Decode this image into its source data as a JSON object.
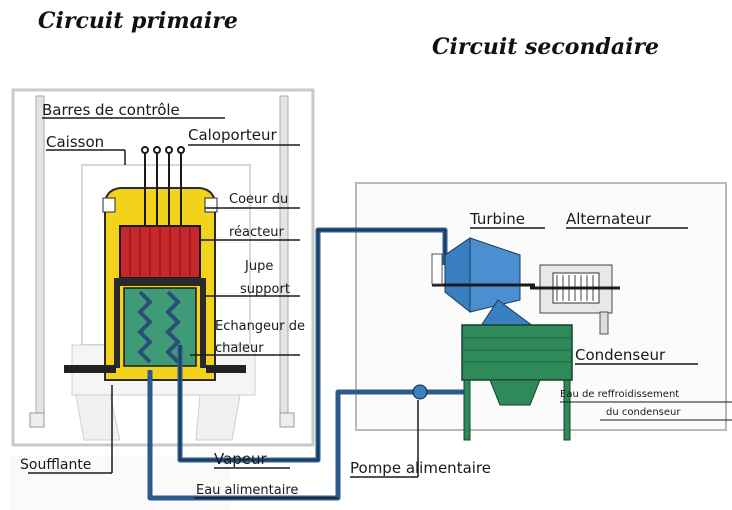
{
  "titles": {
    "primary": "Circuit primaire",
    "secondary": "Circuit secondaire"
  },
  "labels": {
    "barres": "Barres de contrôle",
    "caisson": "Caisson",
    "caloporteur": "Caloporteur",
    "coeur_1": "Coeur du",
    "coeur_2": "réacteur",
    "jupe_1": "Jupe",
    "jupe_2": "support",
    "echangeur_1": "Echangeur de",
    "echangeur_2": "chaleur",
    "turbine": "Turbine",
    "alternateur": "Alternateur",
    "condenseur": "Condenseur",
    "eau_refroid_1": "Eau de reffroidissement",
    "eau_refroid_2": "du condenseur",
    "soufflante": "Soufflante",
    "vapeur": "Vapeur",
    "eau_alimentaire": "Eau alimentaire",
    "pompe": "Pompe alimentaire"
  },
  "colors": {
    "vessel_yellow": "#f2d21a",
    "core_red": "#c8282c",
    "exchanger_green": "#2f8a6b",
    "coil_blue": "#2a5f8f",
    "pipe_blue": "#2b5b8c",
    "turbine_blue": "#3a7fc0",
    "condenser_green": "#2f8a5a",
    "dark": "#1a1a1a"
  }
}
